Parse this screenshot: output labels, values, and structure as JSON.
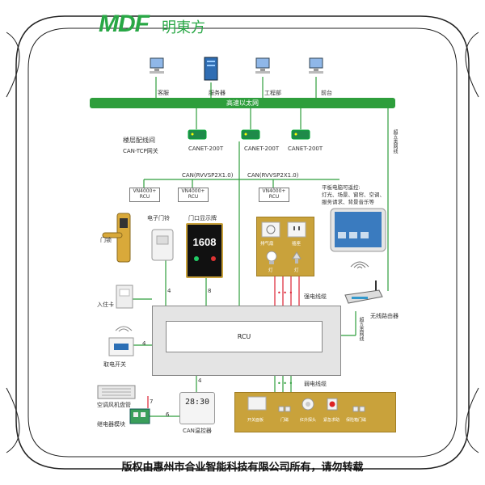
{
  "logo": {
    "text": "MDF",
    "cn": "明東方"
  },
  "network": {
    "bus_label": "高速以太网",
    "computers": [
      "客服",
      "服务器",
      "工程部",
      "前台"
    ],
    "floor_label": "楼层配线间",
    "gateway_label": "CAN-TCP网关",
    "canet": [
      "CANET-200T",
      "CANET-200T",
      "CANET-200T"
    ],
    "can_left": "CAN(RVVSP2X1.0)",
    "can_right": "CAN(RVVSP2X1.0)",
    "rcu_boxes": [
      "VN4000+",
      "RCU",
      "VN4000+",
      "RCU",
      "VN4000+",
      "RCU"
    ],
    "ethernet_cable": "超五类网线"
  },
  "devices": {
    "door_lock": "门锁",
    "doorbell": "电子门铃",
    "door_display": "门口显示牌",
    "display_number": "1608",
    "card": "入住卡",
    "power_switch": "取电开关",
    "fan_coil": "空调风机盘管",
    "relay": "继电器模块",
    "thermostat": "CAN温控器",
    "thermostat_reading": "28:30",
    "router": "无线路由器",
    "tablet_desc": "平板电脑可遥控:\n灯光、场景、窗帘、空调、\n服务请求、背景音乐等"
  },
  "panel_top": {
    "items": [
      "排气扇",
      "插座",
      "灯",
      "灯"
    ],
    "cable": "强电线缆"
  },
  "panel_bottom": {
    "items": [
      "开关面板",
      "门磁",
      "红外探头",
      "紧急求助",
      "保险箱门磁"
    ],
    "cable": "弱电线缆"
  },
  "wires": {
    "w1": "4",
    "w2": "8",
    "w3": "4",
    "w4": "4",
    "w5": "7",
    "w6": "6"
  },
  "main": {
    "rcu": "RCU"
  },
  "copyright": "版权由惠州市合业智能科技有限公司所有，请勿转载",
  "colors": {
    "green": "#2e9e3c",
    "gold": "#c9a23b"
  }
}
